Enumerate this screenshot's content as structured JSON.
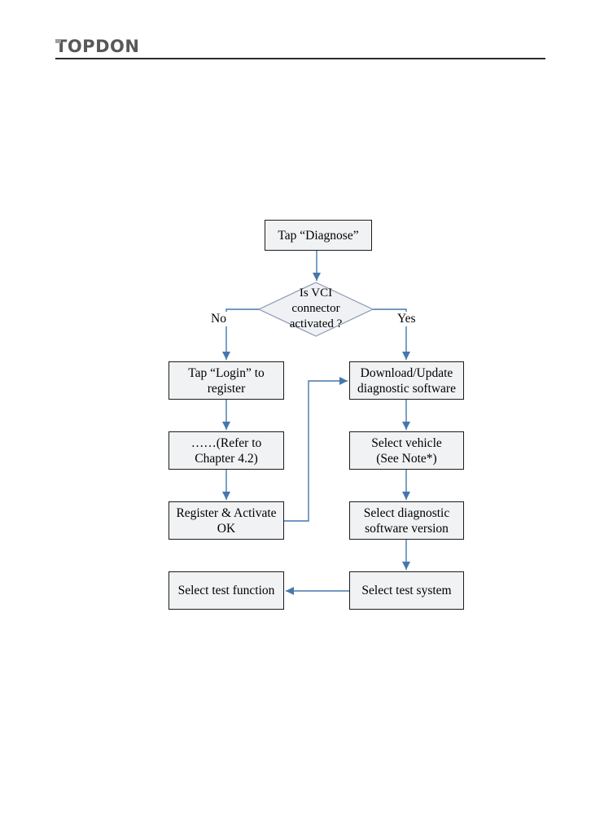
{
  "header": {
    "logo_text": "TOPDON"
  },
  "flowchart": {
    "nodes": {
      "start": "Tap “Diagnose”",
      "decision": "Is VCI\nconnector\nactivated ?",
      "login": "Tap “Login” to\nregister",
      "refer": "……(Refer to\nChapter 4.2)",
      "register_ok": "Register & Activate\nOK",
      "test_function": "Select test function",
      "download": "Download/Update\ndiagnostic software",
      "select_vehicle": "Select vehicle\n(See Note*)",
      "select_version": "Select diagnostic\nsoftware version",
      "test_system": "Select test system"
    },
    "branch_labels": {
      "no": "No",
      "yes": "Yes"
    },
    "palette": {
      "connector_blue": "#4577ac",
      "diamond_border": "#8b99b0",
      "diamond_fill": "#eff1f5",
      "box_fill": "#f1f2f4",
      "box_border": "#1c1c1c",
      "logo_gray": "#57585a"
    }
  }
}
